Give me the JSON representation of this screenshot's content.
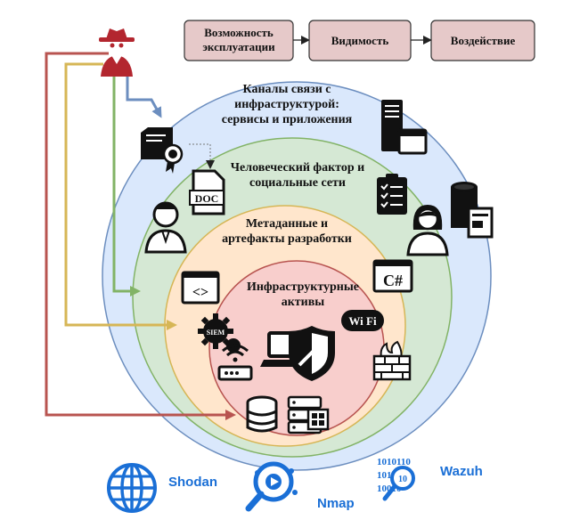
{
  "flow": {
    "step1_line1": "Возможность",
    "step1_line2": "эксплуатации",
    "step2": "Видимость",
    "step3": "Воздействие"
  },
  "rings": {
    "outer_line1": "Каналы связи с",
    "outer_line2": "инфраструктурой:",
    "outer_line3": "сервисы и приложения",
    "second_line1": "Человеческий фактор и",
    "second_line2": "социальные сети",
    "third_line1": "Метаданные и",
    "third_line2": "артефакты разработки",
    "inner_line1": "Инфраструктурные",
    "inner_line2": "активы"
  },
  "icons": {
    "doc_text": "DOC",
    "siem_text": "SIEM",
    "wifi_text": "Wi Fi",
    "csharp_text": "C#",
    "code_text": "<>",
    "wazuh_bits_1": "1010110",
    "wazuh_bits_2": "1010",
    "wazuh_bits_3": "10010"
  },
  "tools": {
    "shodan": "Shodan",
    "nmap": "Nmap",
    "wazuh": "Wazuh"
  },
  "colors": {
    "outer_ring": "#dae8fc",
    "second_ring": "#d5e8d4",
    "third_ring": "#ffe6cc",
    "inner_ring": "#f8cecc",
    "flow_box": "#e6c9c9",
    "arrow_blue": "#6c8ebf",
    "arrow_green": "#82b366",
    "arrow_yellow": "#d6b656",
    "arrow_red": "#b85450",
    "hacker": "#b3262f",
    "tool_blue": "#1a6fd6"
  }
}
